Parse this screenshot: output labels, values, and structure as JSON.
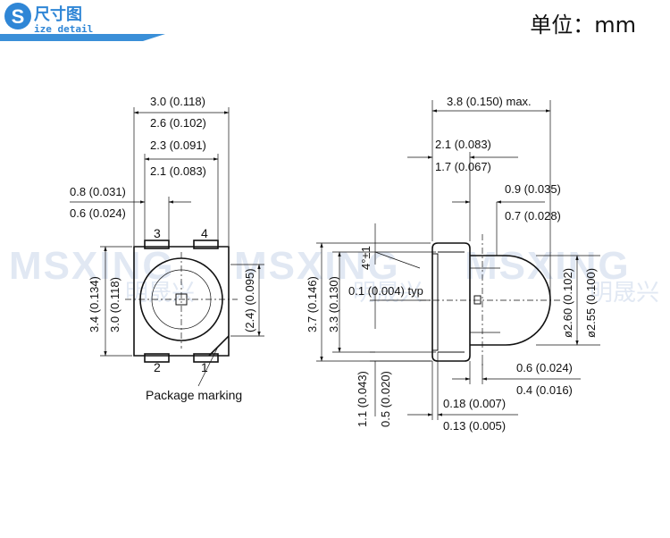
{
  "header": {
    "logo_letter": "S",
    "logo_title": "尺寸图",
    "logo_subtitle": "ize detail",
    "unit": "单位：mm"
  },
  "watermark": {
    "text": "MSXING",
    "text_cn": "明晟兴"
  },
  "front_view": {
    "dim_width_max": "3.0 (0.118)",
    "dim_width_min": "2.6 (0.102)",
    "dim_pad_span_max": "2.3 (0.091)",
    "dim_pad_span_min": "2.1 (0.083)",
    "dim_pad_width_max": "0.8 (0.031)",
    "dim_pad_width_min": "0.6 (0.024)",
    "dim_height_max": "3.4 (0.134)",
    "dim_height_min": "3.0 (0.118)",
    "dim_ref": "(2.4) (0.095)",
    "pin_labels": [
      "3",
      "4",
      "2",
      "1"
    ],
    "package_marking": "Package marking"
  },
  "side_view": {
    "dim_length_max": "3.8 (0.150) max.",
    "dim_body_max": "2.1 (0.083)",
    "dim_body_min": "1.7 (0.067)",
    "dim_lens_max": "0.9 (0.035)",
    "dim_lens_min": "0.7 (0.028)",
    "dim_angle": "4°±1",
    "dim_offset": "0.1 (0.004) typ",
    "dim_height_max": "3.7 (0.146)",
    "dim_height_min": "3.3 (0.130)",
    "dim_dia_max": "ø2.60 (0.102)",
    "dim_dia_min": "ø2.55 (0.100)",
    "dim_lead_h_max": "1.1 (0.043)",
    "dim_lead_h_min": "0.5 (0.020)",
    "dim_lead_max": "0.6 (0.024)",
    "dim_lead_min": "0.4 (0.016)",
    "dim_thick_max": "0.18 (0.007)",
    "dim_thick_min": "0.13 (0.005)"
  }
}
